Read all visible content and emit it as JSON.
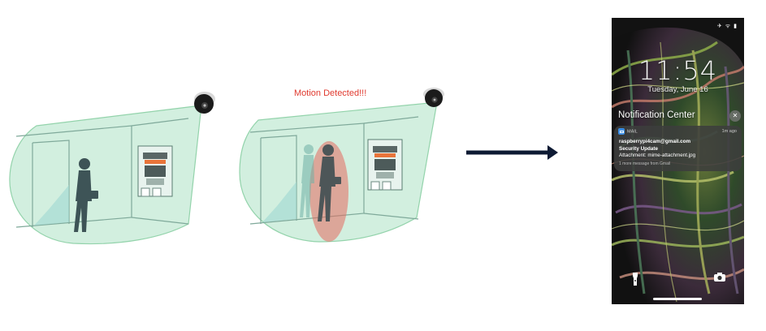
{
  "scene": {
    "motion_label": "Motion Detected!!!"
  },
  "phone": {
    "status_icons": "✈ ᯤ ▮",
    "time": "11:54",
    "date": "Tuesday, June 16",
    "notification_center_title": "Notification Center",
    "close_glyph": "✕",
    "notification": {
      "app": "MAIL",
      "age": "1m ago",
      "sender": "raspberrypi4cam@gmail.com",
      "subject": "Security Update",
      "body": "Attachment: mime-attachment.jpg",
      "more": "1 more message from Gmail"
    },
    "flashlight_icon": "flashlight-icon",
    "camera_icon": "camera-icon"
  },
  "colors": {
    "coverage_fill": "#cfeedd",
    "coverage_stroke": "#8fd0a8",
    "motion_red": "#e03a2f",
    "arrow": "#0d1a33"
  }
}
